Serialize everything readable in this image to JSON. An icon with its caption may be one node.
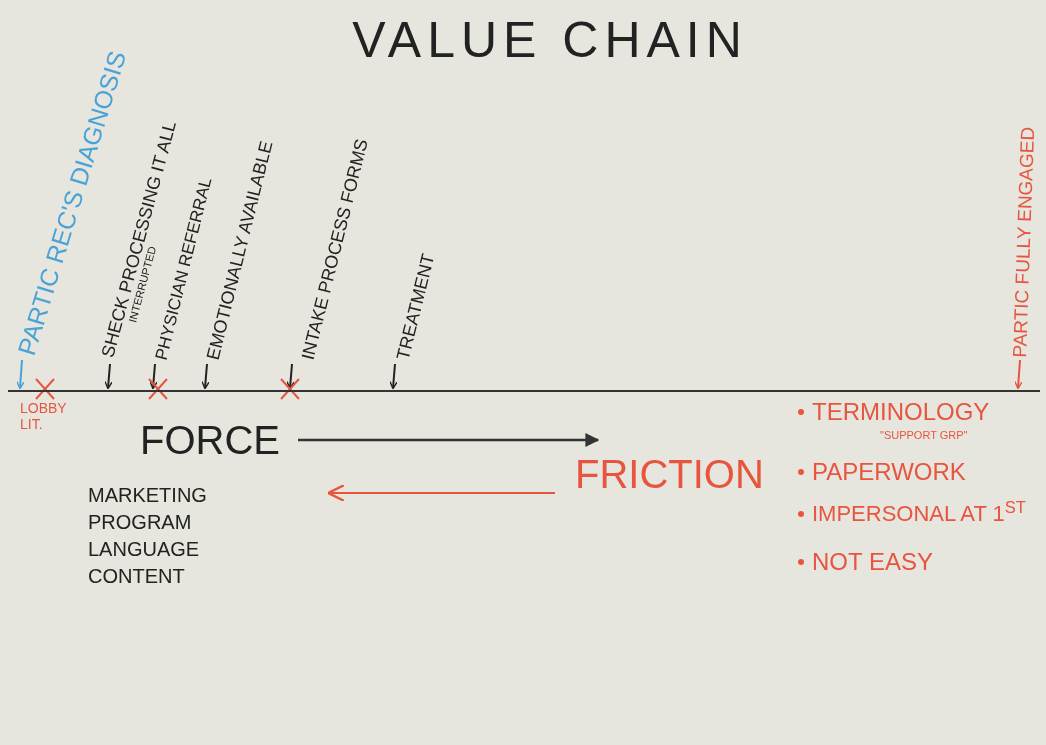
{
  "diagram": {
    "title": "VALUE CHAIN",
    "nodes": [
      {
        "text": [
          "PARTIC REC'S DIAGNOSIS"
        ]
      },
      {
        "text": [
          "SHECK PROCESSING IT ALL",
          "INTERRUPTED"
        ]
      },
      {
        "text": [
          "PHYSICIAN REFERRAL"
        ]
      },
      {
        "text": [
          "EMOTIONALLY AVAILABLE"
        ]
      },
      {
        "text": [
          "INTAKE PROCESS FORMS"
        ]
      },
      {
        "text": [
          "TREATMENT"
        ]
      },
      {
        "text": [
          "PARTIC FULLY ENGAGED"
        ]
      },
      {
        "text": [],
        "shape": "bar"
      }
    ],
    "edges": [
      {
        "from": 0,
        "to": 7,
        "arrow": "to",
        "color": "#4aa3d6"
      },
      {
        "from": 1,
        "to": 7,
        "arrow": "to"
      },
      {
        "from": 2,
        "to": 7,
        "arrow": "to"
      },
      {
        "from": 3,
        "to": 7,
        "arrow": "to"
      },
      {
        "from": 4,
        "to": 7,
        "arrow": "to"
      },
      {
        "from": 5,
        "to": 7,
        "arrow": "to"
      },
      {
        "from": 6,
        "to": 7,
        "arrow": "to",
        "color": "#e8553f"
      }
    ],
    "labels": [
      "LOBBY LIT.",
      "FORCE",
      "MARKETING PROGRAM LANGUAGE CONTENT",
      "FRICTION",
      "TERMINOLOGY",
      "\"SUPPORT GRP\"",
      "PAPERWORK",
      "IMPERSONAL AT 1$^{ST}$",
      "NOT EASY"
    ]
  }
}
